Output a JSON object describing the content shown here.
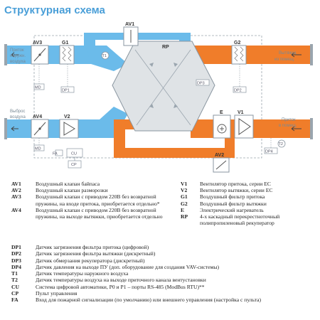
{
  "title": "Структурная схема",
  "diagram": {
    "left_labels": {
      "supply_in": [
        "Приток",
        "наружн.",
        "воздуха"
      ],
      "exhaust_out": [
        "Выброс",
        "воздуха"
      ]
    },
    "right_labels": {
      "extract_in": [
        "Вытяжка",
        "из помещ."
      ],
      "supply_out": [
        "Приток",
        "в помещ."
      ]
    },
    "components": {
      "av1": "AV1",
      "av2": "AV2",
      "av3": "AV3",
      "av4": "AV4",
      "g1": "G1",
      "g2": "G2",
      "v1": "V1",
      "v2": "V2",
      "rp": "RP",
      "e": "E",
      "t1": "T1",
      "t2": "T2",
      "dp1": "DP1",
      "dp2": "DP2",
      "dp3": "DP3",
      "dp4": "DP4",
      "md": "MD",
      "md2": "MD",
      "fa": "FA",
      "cu": "CU",
      "cp": "CP"
    },
    "colors": {
      "cold_duct": "#6bbbea",
      "warm_duct": "#f07d2a",
      "frame": "#8a96a0",
      "accent": "#4a9fd8"
    }
  },
  "legend_left": [
    {
      "code": "AV1",
      "text": "Воздушный клапан байпаса"
    },
    {
      "code": "AV2",
      "text": "Воздушный клапан разморозки"
    },
    {
      "code": "AV3",
      "text": "Воздушный клапан с приводом 220В без возвратной пружины, на входе притока, приобретается отдельно*"
    },
    {
      "code": "AV4",
      "text": "Воздушный клапан с приводом 220В без возвратной пружины, на выходе вытяжки, приобретается отдельно"
    }
  ],
  "legend_right": [
    {
      "code": "V1",
      "text": "Вентилятор притока, серии EC"
    },
    {
      "code": "V2",
      "text": "Вентилятор вытяжки, серии EC"
    },
    {
      "code": "G1",
      "text": "Воздушный фильтр притока"
    },
    {
      "code": "G2",
      "text": "Воздушный фильтр вытяжки"
    },
    {
      "code": "E",
      "text": "Электрический нагреватель"
    },
    {
      "code": "RP",
      "text": "4-х каскадный перекрестноточный полипропиленовый рекуператор"
    }
  ],
  "legend_bottom": [
    {
      "code": "DP1",
      "text": "Датчик загрязнения фильтра притока (цифровой)"
    },
    {
      "code": "DP2",
      "text": "Датчик загрязнения фильтра вытяжки (дискретный)"
    },
    {
      "code": "DP3",
      "text": "Датчик обмерзания рекуператора (дискретный)"
    },
    {
      "code": "DP4",
      "text": "Датчик давления на выходе ПУ (доп. оборудование для создания VAV-системы)"
    },
    {
      "code": "T1",
      "text": "Датчик температуры наружного воздуха"
    },
    {
      "code": "T2",
      "text": "Датчик температуры воздуха на выходе приточного канала вентустановки"
    },
    {
      "code": "CU",
      "text": "Система цифровой автоматики, P0 и P1 – порты RS-485 (ModBus RTU)**"
    },
    {
      "code": "CP",
      "text": "Пульт управления"
    },
    {
      "code": "FA",
      "text": "Вход для пожарной сигнализации (по умолчанию) или внешнего управления (настройка с пульта)"
    }
  ]
}
